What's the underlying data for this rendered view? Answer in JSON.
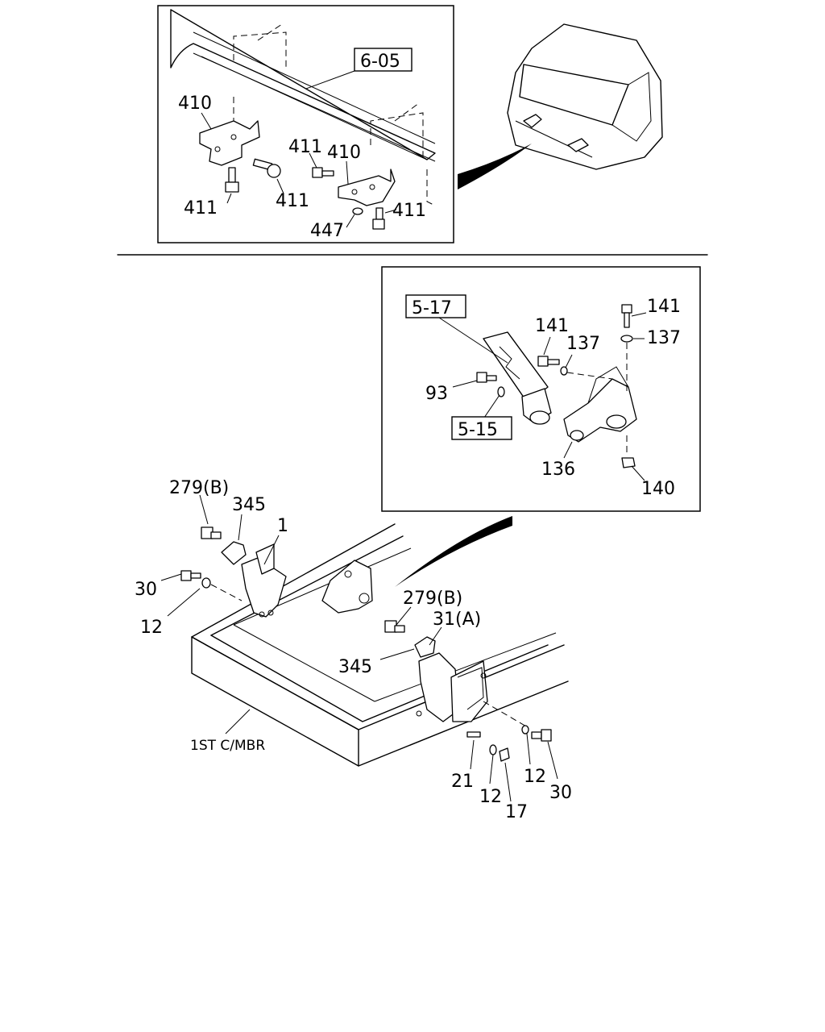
{
  "labels": {
    "ref_6_05": "6-05",
    "ref_5_17": "5-17",
    "ref_5_15": "5-15",
    "top_410_a": "410",
    "top_410_b": "410",
    "top_411_a": "411",
    "top_411_b": "411",
    "top_411_c": "411",
    "top_411_d": "411",
    "top_447": "447",
    "mid_141_a": "141",
    "mid_141_b": "141",
    "mid_137_a": "137",
    "mid_137_b": "137",
    "mid_93": "93",
    "mid_136": "136",
    "mid_140": "140",
    "bot_279_a": "279(B)",
    "bot_345_a": "345",
    "bot_1": "1",
    "bot_30_a": "30",
    "bot_12_a": "12",
    "bot_279_b": "279(B)",
    "bot_31": "31(A)",
    "bot_345_b": "345",
    "bot_21": "21",
    "bot_12_b": "12",
    "bot_12_c": "12",
    "bot_17": "17",
    "bot_30_b": "30",
    "crossmember": "1ST C/MBR"
  }
}
